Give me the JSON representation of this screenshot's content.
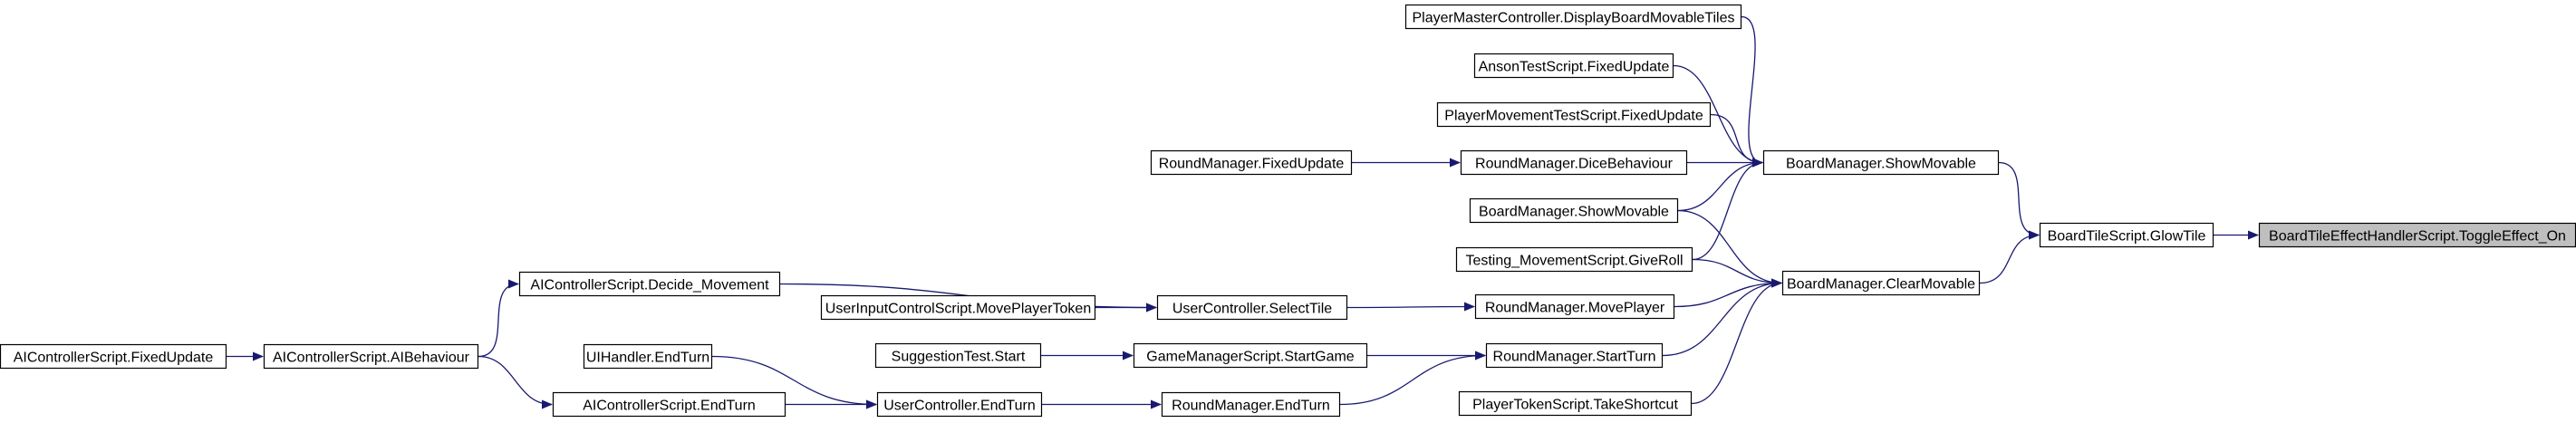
{
  "colors": {
    "edge": "#191970",
    "node_border": "#000000",
    "root_fill": "#bfbfbf",
    "background": "#ffffff"
  },
  "nodes": [
    {
      "id": "toggle",
      "label": "BoardTileEffectHandlerScript.ToggleEffect_On",
      "root": true
    },
    {
      "id": "glow",
      "label": "BoardTileScript.GlowTile"
    },
    {
      "id": "showmov",
      "label": "BoardManager.ShowMovable"
    },
    {
      "id": "clearmov",
      "label": "BoardManager.ClearMovable"
    },
    {
      "id": "pmc",
      "label": "PlayerMasterController.DisplayBoardMovableTiles"
    },
    {
      "id": "anson",
      "label": "AnsonTestScript.FixedUpdate"
    },
    {
      "id": "pmts",
      "label": "PlayerMovementTestScript.FixedUpdate"
    },
    {
      "id": "dice",
      "label": "RoundManager.DiceBehaviour"
    },
    {
      "id": "rmfixed",
      "label": "RoundManager.FixedUpdate"
    },
    {
      "id": "bmshow2",
      "label": "BoardManager.ShowMovable"
    },
    {
      "id": "testing",
      "label": "Testing_MovementScript.GiveRoll"
    },
    {
      "id": "moveplayer",
      "label": "RoundManager.MovePlayer"
    },
    {
      "id": "selecttile",
      "label": "UserController.SelectTile"
    },
    {
      "id": "decide",
      "label": "AIControllerScript.Decide_Movement"
    },
    {
      "id": "uicontrol",
      "label": "UserInputControlScript.MovePlayerToken"
    },
    {
      "id": "aibehav",
      "label": "AIControllerScript.AIBehaviour"
    },
    {
      "id": "aifixed",
      "label": "AIControllerScript.FixedUpdate"
    },
    {
      "id": "starturn",
      "label": "RoundManager.StartTurn"
    },
    {
      "id": "gmstart",
      "label": "GameManagerScript.StartGame"
    },
    {
      "id": "sugg",
      "label": "SuggestionTest.Start"
    },
    {
      "id": "rmend",
      "label": "RoundManager.EndTurn"
    },
    {
      "id": "ucend",
      "label": "UserController.EndTurn"
    },
    {
      "id": "aiend",
      "label": "AIControllerScript.EndTurn"
    },
    {
      "id": "uiend",
      "label": "UIHandler.EndTurn"
    },
    {
      "id": "ptshort",
      "label": "PlayerTokenScript.TakeShortcut"
    }
  ],
  "edges": [
    [
      "glow",
      "toggle"
    ],
    [
      "showmov",
      "glow"
    ],
    [
      "clearmov",
      "glow"
    ],
    [
      "pmc",
      "showmov"
    ],
    [
      "anson",
      "showmov"
    ],
    [
      "pmts",
      "showmov"
    ],
    [
      "dice",
      "showmov"
    ],
    [
      "bmshow2",
      "showmov"
    ],
    [
      "testing",
      "showmov"
    ],
    [
      "rmfixed",
      "dice"
    ],
    [
      "bmshow2",
      "clearmov"
    ],
    [
      "testing",
      "clearmov"
    ],
    [
      "moveplayer",
      "clearmov"
    ],
    [
      "starturn",
      "clearmov"
    ],
    [
      "ptshort",
      "clearmov"
    ],
    [
      "selecttile",
      "moveplayer"
    ],
    [
      "decide",
      "selecttile"
    ],
    [
      "uicontrol",
      "selecttile"
    ],
    [
      "aibehav",
      "decide"
    ],
    [
      "aifixed",
      "aibehav"
    ],
    [
      "gmstart",
      "starturn"
    ],
    [
      "rmend",
      "starturn"
    ],
    [
      "sugg",
      "gmstart"
    ],
    [
      "ucend",
      "rmend"
    ],
    [
      "aiend",
      "ucend"
    ],
    [
      "uiend",
      "ucend"
    ],
    [
      "aibehav",
      "aiend"
    ]
  ]
}
